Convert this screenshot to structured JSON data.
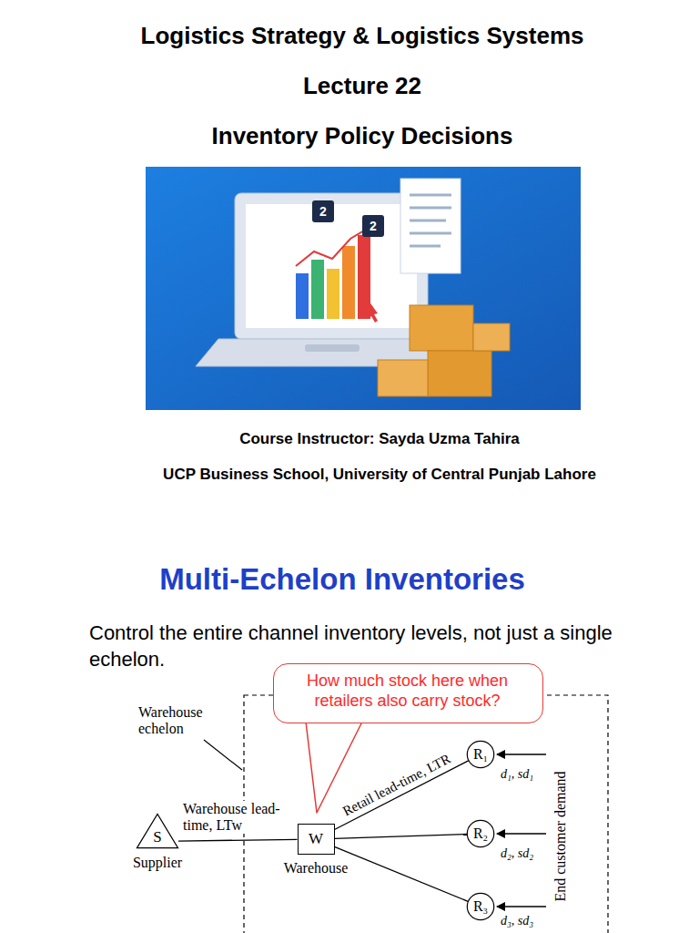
{
  "diagram": {
    "title": "Logistics Strategy & Logistics Systems",
    "nodes": [
      {
        "text": [
          "How much stock here when retailers also carry stock?"
        ]
      },
      {
        "text": [
          "S",
          "Supplier"
        ]
      },
      {
        "text": [
          "W",
          "Warehouse"
        ]
      },
      {
        "text": [
          "R₁"
        ]
      },
      {
        "text": [
          "R₂"
        ]
      },
      {
        "text": [
          "R₃"
        ]
      }
    ],
    "edges": [
      {
        "from": 1,
        "to": 2,
        "label": "Warehouse lead-time, LTw",
        "arrow": "none"
      },
      {
        "from": 2,
        "to": 3,
        "label": "Retail lead-time, LTR",
        "arrow": "none"
      },
      {
        "from": 2,
        "to": 4,
        "arrow": "none"
      },
      {
        "from": 2,
        "to": 5,
        "arrow": "none"
      }
    ],
    "labels": [
      "Lecture 22",
      "Inventory Policy Decisions",
      "2",
      "2",
      "Course Instructor: Sayda Uzma Tahira",
      "UCP Business School, University of Central Punjab Lahore",
      "Multi-Echelon Inventories",
      "Control the entire channel inventory levels, not just a single echelon.",
      "Warehouse echelon",
      "d₁, sd₁",
      "d₂, sd₂",
      "d₃, sd₃",
      "End customer demand"
    ]
  }
}
